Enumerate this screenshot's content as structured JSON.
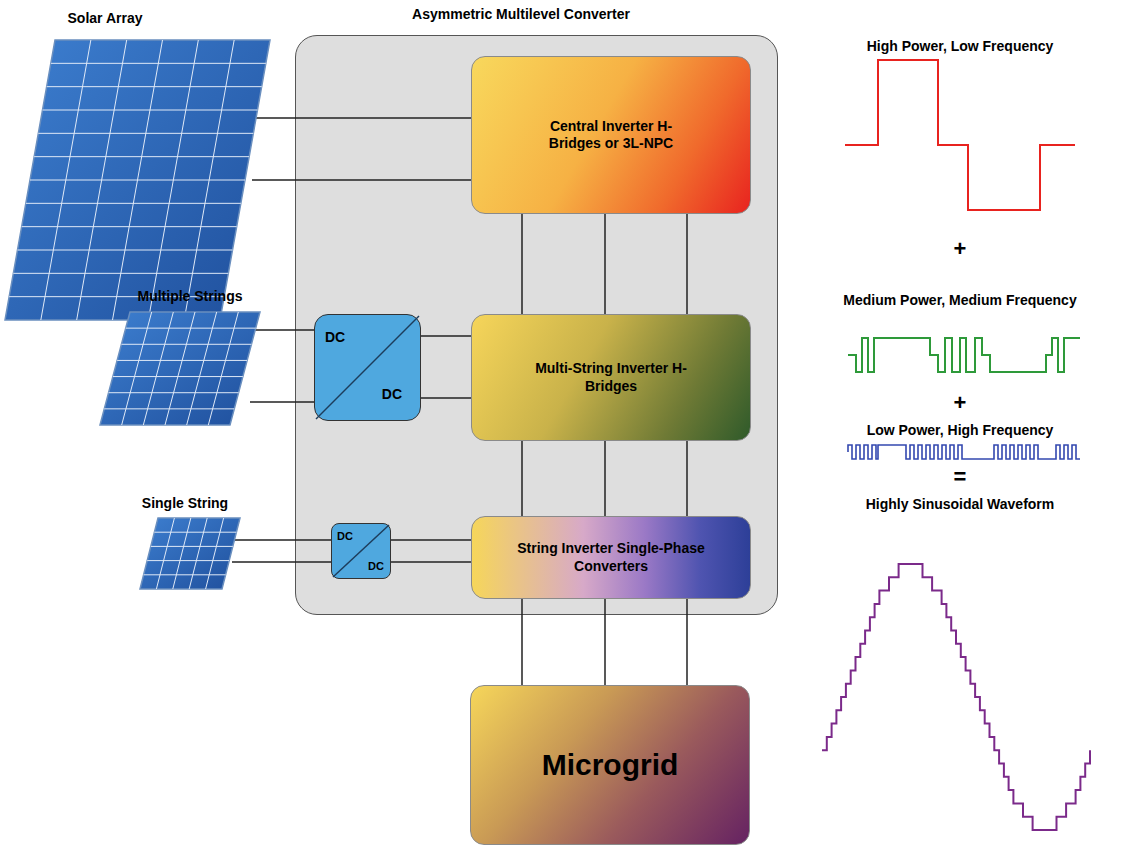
{
  "diagram": {
    "nodes": [
      {
        "text": [
          "Solar Array"
        ]
      },
      {
        "text": [
          "Asymmetric Multilevel Converter"
        ]
      },
      {
        "text": [
          "Central Inverter H-Bridges or 3L-NPC"
        ],
        "in": 1
      },
      {
        "text": [
          "Multiple Strings"
        ]
      },
      {
        "text": [
          "DC",
          "DC"
        ],
        "in": 1
      },
      {
        "text": [
          "Multi-String Inverter H-Bridges"
        ],
        "in": 1
      },
      {
        "text": [
          "Single String"
        ]
      },
      {
        "text": [
          "DC",
          "DC"
        ],
        "in": 1
      },
      {
        "text": [
          "String Inverter Single-Phase Converters"
        ],
        "in": 1
      },
      {
        "text": [
          "Microgrid"
        ]
      }
    ],
    "edges": [
      {
        "from": 0,
        "to": 2,
        "arrow": "none"
      },
      {
        "from": 0,
        "to": 2,
        "arrow": "none"
      },
      {
        "from": 3,
        "to": 4,
        "arrow": "none"
      },
      {
        "from": 3,
        "to": 4,
        "arrow": "none"
      },
      {
        "from": 4,
        "to": 5,
        "arrow": "none"
      },
      {
        "from": 4,
        "to": 5,
        "arrow": "none"
      },
      {
        "from": 6,
        "to": 7,
        "arrow": "none"
      },
      {
        "from": 6,
        "to": 7,
        "arrow": "none"
      },
      {
        "from": 7,
        "to": 8,
        "arrow": "none"
      },
      {
        "from": 7,
        "to": 8,
        "arrow": "none"
      },
      {
        "from": 2,
        "to": 5,
        "arrow": "none"
      },
      {
        "from": 2,
        "to": 5,
        "arrow": "none"
      },
      {
        "from": 2,
        "to": 5,
        "arrow": "none"
      },
      {
        "from": 5,
        "to": 8,
        "arrow": "none"
      },
      {
        "from": 5,
        "to": 8,
        "arrow": "none"
      },
      {
        "from": 5,
        "to": 8,
        "arrow": "none"
      },
      {
        "from": 8,
        "to": 9,
        "arrow": "none"
      },
      {
        "from": 8,
        "to": 9,
        "arrow": "none"
      },
      {
        "from": 8,
        "to": 9,
        "arrow": "none"
      }
    ],
    "labels": [
      "High Power, Low Frequency",
      "+",
      "Medium Power, Medium Frequency",
      "+",
      "Low Power, High Frequency",
      "=",
      "Highly Sinusoidal Waveform"
    ]
  }
}
